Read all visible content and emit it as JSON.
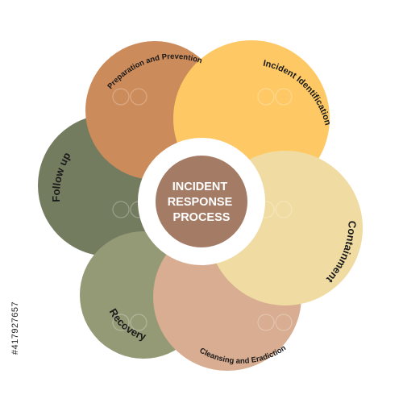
{
  "center": {
    "lines": [
      "INCIDENT",
      "RESPONSE",
      "PROCESS"
    ]
  },
  "petals": [
    {
      "id": "preparation",
      "label": "Preparation and Prevention",
      "color": "#CC8B5B"
    },
    {
      "id": "identification",
      "label": "Incident Identification",
      "color": "#FEC965"
    },
    {
      "id": "containment",
      "label": "Containment",
      "color": "#F0DCA2"
    },
    {
      "id": "cleansing",
      "label": "Cleansing and Eradiction",
      "color": "#D8AD91"
    },
    {
      "id": "recovery",
      "label": "Recovery",
      "color": "#959A76"
    },
    {
      "id": "followup",
      "label": "Follow up",
      "color": "#747C60"
    }
  ],
  "colors": {
    "center_fill": "#A47C65",
    "ring": "#ffffff",
    "background": "#ffffff"
  },
  "watermark_id": "#417927657"
}
